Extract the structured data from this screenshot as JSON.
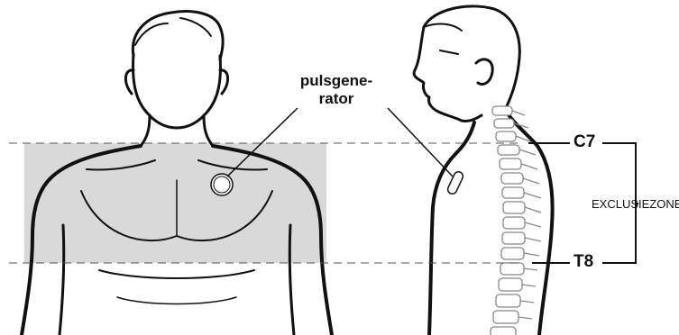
{
  "labels": {
    "generator_line1": "pulsgene-",
    "generator_line2": "rator",
    "level_top": "C7",
    "level_bottom": "T8",
    "zone": "EXCLUSIEZONE"
  },
  "colors": {
    "ink": "#111111",
    "zone_fill": "#d9d9d9",
    "guide_line": "#555555",
    "spine": "#888888"
  },
  "icons": {
    "front_figure": "male-torso-front-view",
    "side_figure": "male-torso-side-view",
    "implant": "pulse-generator-device",
    "spine": "spinal-column"
  }
}
